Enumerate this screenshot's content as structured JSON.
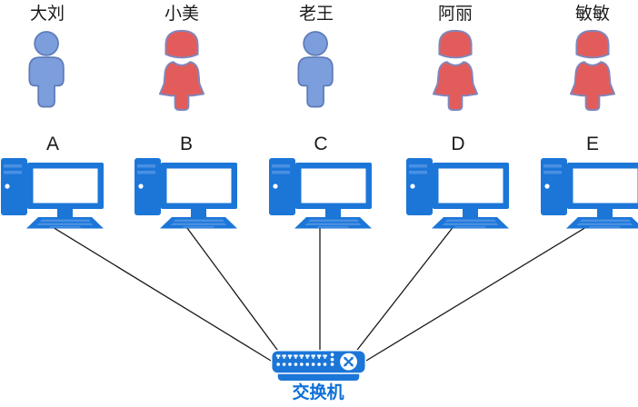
{
  "persons": [
    {
      "name": "大刘",
      "gender": "male"
    },
    {
      "name": "小美",
      "gender": "female"
    },
    {
      "name": "老王",
      "gender": "male"
    },
    {
      "name": "阿丽",
      "gender": "female"
    },
    {
      "name": "敏敏",
      "gender": "female"
    }
  ],
  "computers": [
    {
      "label": "A"
    },
    {
      "label": "B"
    },
    {
      "label": "C"
    },
    {
      "label": "D"
    },
    {
      "label": "E"
    }
  ],
  "switch": {
    "label": "交换机"
  },
  "connections": [
    {
      "from": "A",
      "to": "交换机"
    },
    {
      "from": "B",
      "to": "交换机"
    },
    {
      "from": "C",
      "to": "交换机"
    },
    {
      "from": "D",
      "to": "交换机"
    },
    {
      "from": "E",
      "to": "交换机"
    }
  ],
  "colors": {
    "computer_blue": "#1B76D8",
    "computer_blue_light": "#4A90E2",
    "male_fill": "#7D9EDC",
    "male_stroke": "#5F7CB8",
    "female_fill": "#E25C5C",
    "female_stroke": "#7E88BE",
    "switch_label_color": "#0D6FD6",
    "line_color": "#1A1A1A",
    "label_color": "#1A1A1A"
  }
}
